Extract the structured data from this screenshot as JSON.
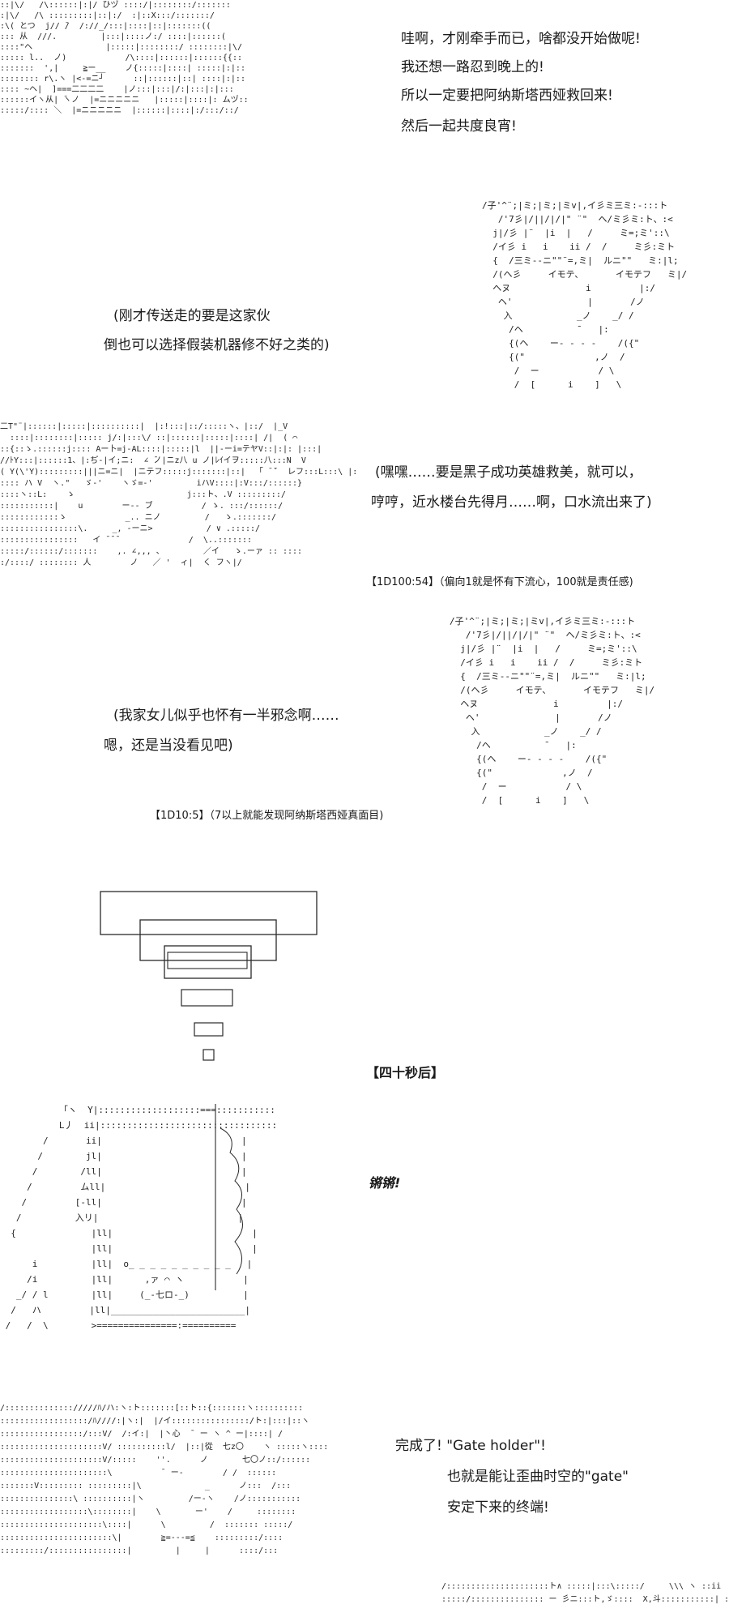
{
  "colors": {
    "background": "#ffffff",
    "text": "#1a1a1a",
    "art": "#2a2a2a"
  },
  "dialogue_1": {
    "lines": [
      "哇啊，才刚牵手而已，啥都没开始做呢!",
      "我还想一路忍到晚上的!",
      "所以一定要把阿纳斯塔西娅救回来!",
      "然后一起共度良宵!"
    ]
  },
  "dialogue_2": {
    "lines": [
      "(刚才传送走的要是这家伙",
      "倒也可以选择假装机器修不好之类的)"
    ]
  },
  "dialogue_3": {
    "lines": [
      "(嘿嘿……要是黑子成功英雄救美，就可以，",
      "哼哼，近水楼台先得月……啊，口水流出来了)"
    ]
  },
  "roll_1": {
    "text": "【1D100:54】（偏向1就是怀有下流心，100就是责任感)"
  },
  "dialogue_4": {
    "lines": [
      "(我家女儿似乎也怀有一半邪念啊……",
      "嗯，还是当没看见吧)"
    ]
  },
  "roll_2": {
    "text": "【1D10:5】（7以上就能发现阿纳斯塔西娅真面目)"
  },
  "time_skip": {
    "text": "【四十秒后】"
  },
  "sound_effect": {
    "text": "锵锵!"
  },
  "dialogue_5": {
    "lines": [
      "完成了! \"Gate holder\"!",
      "也就是能让歪曲时空的\"gate\"",
      "安定下来的终端!"
    ]
  },
  "art": {
    "a1": "::|\\/   /\\::::::|:|/ ひヅ ::::/|::::::::/:::::::\n:|\\/   /\\ :::::::::|::|:/  :|::X:::/:::::::/\n:\\( とつ  j// ̄/  /://_/:::|::::|::|:::::::((\n::: 从  ///.         |:::|::::ノ:/ ::::|::::::(\n::::\"ヘ               |:::::|::::::::/ ::::::::|\\/\n::::: l..  ノ)            /\\::::|::::::|::::::{{::\n:::::::  ',|     ≧ー__    ノ{:::::|::::| :::::|:|::\n:::::::: r\\.ヽ |<-=ニ┘      ::|::::::|::| ::::|:|::\n:::: ~ヘ|  ]===二二二二    |ノ:::|:::|/:|:::|:|:::\n::::::イヽ从| ̄ヽノ  |=ニニニニニ   |:::::|::::|: ムヅ::\n:::::/:::: ＼  |=ニニニニニ  |::::::|::::|:/:::/::/",
    "a2": "/子'^¨;|ミ;|ミ;|ミv|,イ彡ミ三ミ:-:::ト\n   /'7彡|/||/|/|\" ¨\"  ヘ/ミ彡ミ:ト、:<\n  j|/彡 |¨  |i  |   /     ミ=;ミ'::\\\n  /イ彡 i   i    ii /  /     ミ彡:ミト\n  {  /三ミ--ニ\"\"¨=,ミ|  ルニ\"\"   ミ:|l;\n  /(ヘ彡     イモテ、      イモテフ   ミ|/\n  ヘヌ              i         |:/\n   ヘ'              |       /ノ\n    入            _ノ    _/ /\n     /ヘ          ̄    |:\n     {(ヘ    ー- - - -    /({\"\n     {(\"             ,ノ  /\n      /  ー           / \\\n      /  [      i    ]   \\",
    "a3": "二T\"¨|::::::|:::::|::::::::::|  |:!:::|::/:::::ヽ、|::/  |_V\n  ::::|::::::::|::::: j/:|:::\\/ ::|::::::|:::::|::::| /|  ( ⌒\n::{::ゝ.::::::j:::: Aー卜=j-AL::::|:::::|l  ||-ーi=テヤV::|:|: |:::|\n//ﾄY:::|::::::1、|:ぢ‐|イ;ニ:  ∠ ̄ノ|ニz八 u ノ|ﾚｲイヲ:::::八:::N  V\n( Y(\\'Y):::::::::|||ニ=ニ|  |ニテフ:::::j:::::::|::|  「 ̄ ̄´  レフ:::L:::\\ |:\n:::: ハ V  ヽ.\"   ゞ-'    ヽゞ=-'         iハV::::|:V:::/::::::}\n::::ヽ::L:    ゝ                       j:::ト、.V :::::::::/\n:::::::::::|    u        ー-- ブ          / ゝ. :::/::::::/\n::::::::::::ゝ            _.. ニノ         /   ゝ.:::::::/\n::::::::::::::::\\.     _, -ーニ>           / ∨ .:::::/\n::::::::::::::::   イ ̄ ̄ ̄               /  \\..:::::::\n:::::/::::::/:::::::    ,. ∠,,, 、        ／イ   ゝ.ーァ :: ::::\n:/::::/ :::::::: 人        ノ   ／ '  ィ|  く フヽ|/",
    "a4": "/子'^¨;|ミ;|ミ;|ミv|,イ彡ミ三ミ:-:::ト\n   /'7彡|/||/|/|\" ¨\"  ヘ/ミ彡ミ:ト、:<\n  j|/彡 |¨  |i  |   /     ミ=;ミ'::\\\n  /イ彡 i   i    ii /  /     ミ彡:ミト\n  {  /三ミ--ニ\"\"¨=,ミ|  ルニ\"\"   ミ:|l;\n  /(ヘ彡     イモテ、      イモテフ   ミ|/\n  ヘヌ              i         |:/\n   ヘ'              |       /ノ\n    入            _ノ    _/ /\n     /ヘ          ̄    |:\n     {(ヘ    ー- - - -    /({\"\n     {(\"             ,ノ  /\n      /  ー           / \\\n      /  [      i    ]   \\",
    "a5": "           「ヽ  Y|:::::::::::::::::::===::::::::::::|\n           L丿  ii|::::::::::::::::::::::::::::::::::::::|\n        /       ii|                          |\n       /        jl|                          |\n      /        /ll|                          |\n     /         ムll|                          |\n    /         [-ll|                          |\n   /          入リ|                          |\n  {              |ll|                          |\n                 |ll|                          |\n      i          |ll|  o_ _ _ _ _ _ _ _ _ _   |\n     /i          |ll|      ,ァ ⌒ ヽ           |\n   _/ / l        |ll|     (_-七ロ-_)          |\n  /   ハ         |ll|_________________________|\n /   /  \\        >===============:==========\n",
    "a6": "/:::::::::::::://///ﾊ/ハ:ヽ:ト:::::::[::ト::{:::::::ヽ::::::::::\n::::::::::::::::::/ﾊ////:|ヽ:|  |/イ::::::::::::::::/ト:|:::|::ヽ\n:::::::::::::::::/:::V/  /:イ:|  |丶心  ̄  ー ヽ ^ ー|::::| /\n:::::::::::::::::::::V/ ::::::::::l/  |::|從  七z〇    ヽ :::::ヽ::::\n:::::::::::::::::::::V/:::::    ''.      ノ       七〇ノ::/::::::\n::::::::::::::::::::::\\          ̄  ー-        / /  ::::::\n:::::::V::::::::: :::::::::|\\             _      ノ:::  /:::\n:::::::::::::::\\ ::::::::::|ヽ         /ー-ヽ    /ノ:::::::::::\n::::::::::::::::::\\::::::::|    \\       ー'    /     ::::::::\n:::::::::::::::::::::\\::::|      \\         /  ::::::: :::::/\n:::::::::::::::::::::::\\|        ≧=---=≦    :::::::::/::::\n:::::::::/::::::::::::::::|         |     |      ::::/:::",
    "a7": "/:::::::::::::::::::::ト∧ :::::|:::\\:::::/     \\\\\\ ヽ ::ii\n:::::/::::::::::::::: ー 彡ニ:::ト,ゞ::::  X,斗:::::::::::| :::||"
  }
}
